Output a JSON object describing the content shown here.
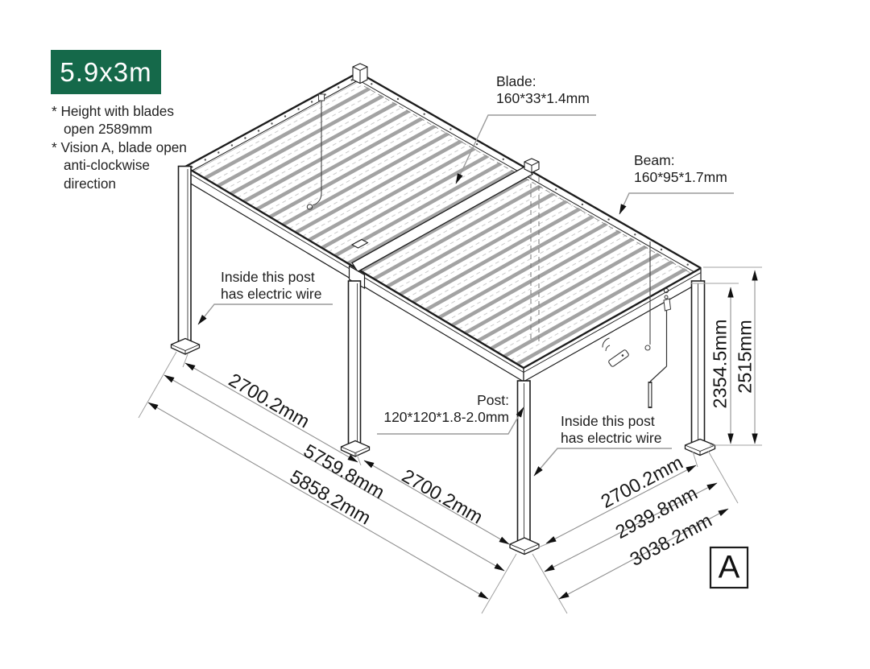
{
  "badge": {
    "label": "5.9x3m"
  },
  "colors": {
    "badge_green": "#15694a",
    "line_dark": "#1c1c1c",
    "line_gray": "#9a9a9a",
    "louver_gray": "#a3a3a3"
  },
  "notes": {
    "lines": [
      "* Height with blades",
      "open 2589mm",
      "* Vision A, blade open",
      "anti-clockwise",
      "direction"
    ]
  },
  "callouts": {
    "blade": {
      "title": "Blade:",
      "spec": "160*33*1.4mm"
    },
    "beam": {
      "title": "Beam:",
      "spec": "160*95*1.7mm"
    },
    "post": {
      "title": "Post:",
      "spec": "120*120*1.8-2.0mm"
    },
    "electric_left": {
      "line1": "Inside this post",
      "line2": "has electric wire"
    },
    "electric_right": {
      "line1": "Inside this post",
      "line2": "has electric wire"
    }
  },
  "dimensions": {
    "front_left_bay": "2700.2mm",
    "front_right_bay": "2700.2mm",
    "front_inner": "5759.8mm",
    "front_outer": "5858.2mm",
    "side_bay": "2700.2mm",
    "side_mid": "2939.8mm",
    "side_outer": "3038.2mm",
    "height_clear": "2354.5mm",
    "height_total": "2515mm"
  },
  "view_marker": {
    "label": "A"
  }
}
